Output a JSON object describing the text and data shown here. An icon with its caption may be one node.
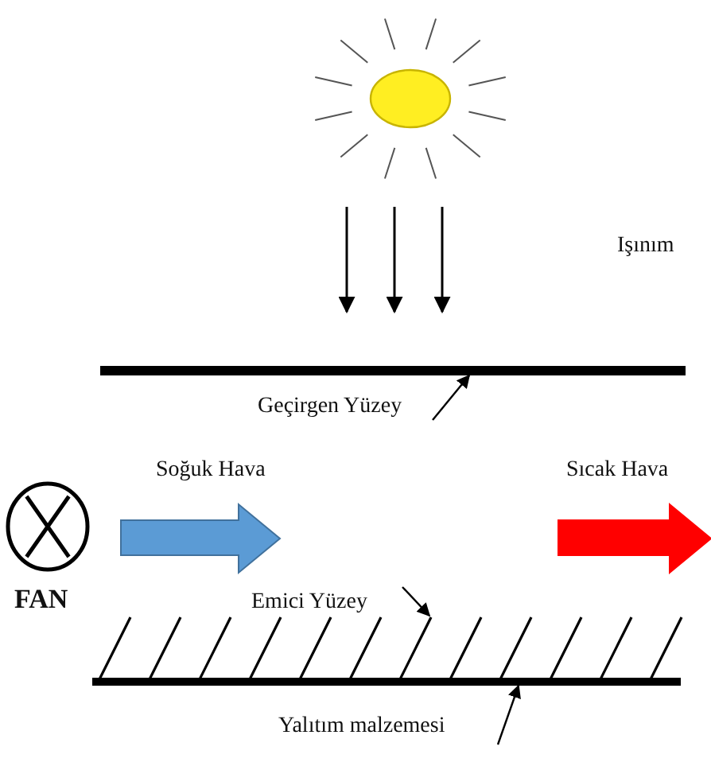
{
  "diagram": {
    "nodes": [
      {
        "text": [
          "FAN"
        ]
      },
      {
        "text": [
          "Geçirgen Yüzey"
        ]
      },
      {
        "text": [],
        "shape": "bar"
      },
      {
        "text": [
          "Emici Yüzey"
        ]
      },
      {
        "text": [],
        "shape": "bar"
      },
      {
        "text": [
          "Yalıtım malzemesi"
        ]
      }
    ],
    "edges": [
      {
        "from": 1,
        "to": 2,
        "arrow": "to"
      },
      {
        "from": 3,
        "to": 4,
        "arrow": "to"
      },
      {
        "from": 5,
        "to": 4,
        "arrow": "to"
      }
    ],
    "labels": [
      "Işınım",
      "Soğuk Hava",
      "Sıcak Hava"
    ]
  }
}
